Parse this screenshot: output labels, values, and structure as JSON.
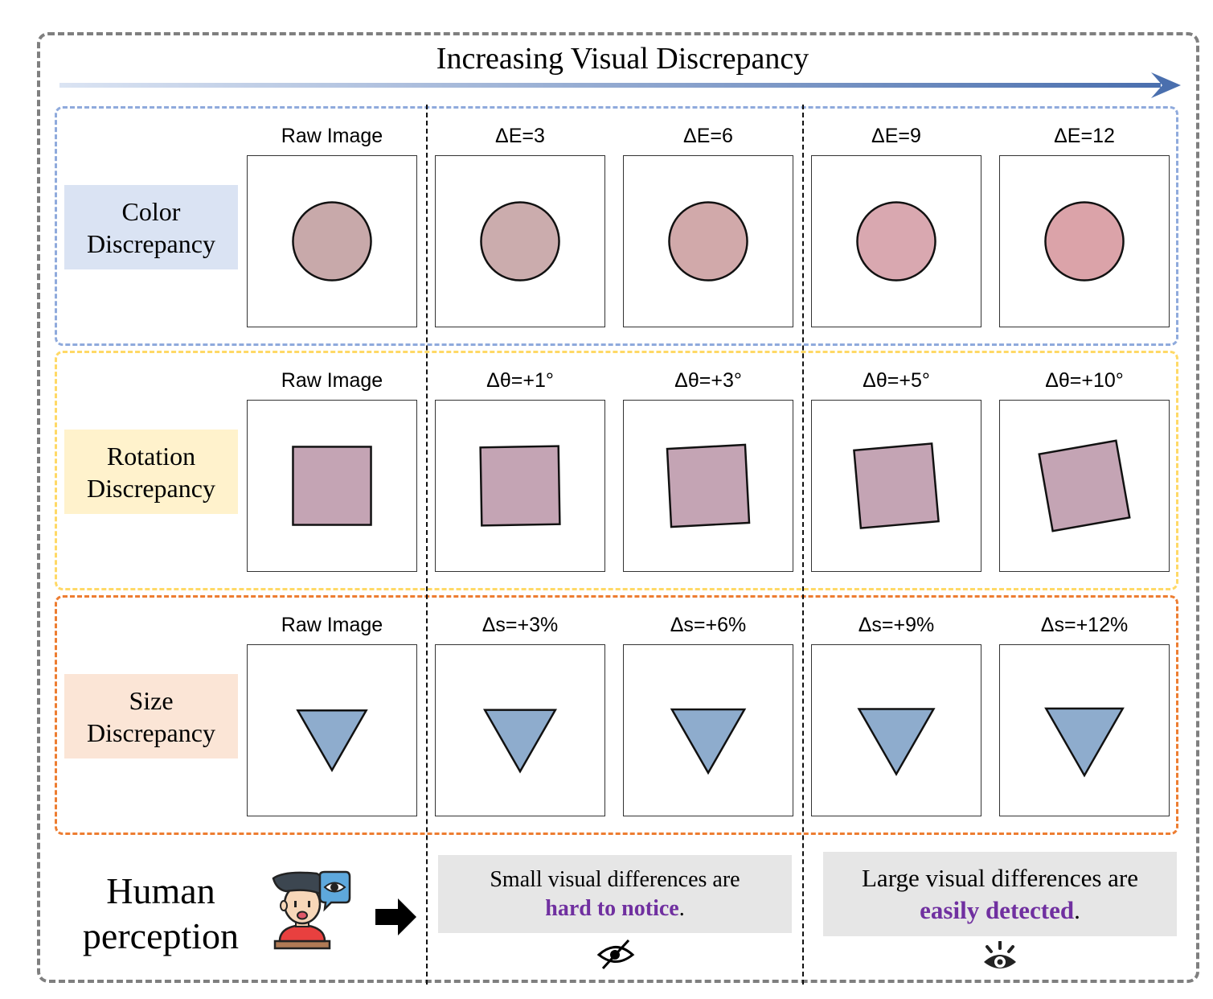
{
  "title": "Increasing Visual Discrepancy",
  "colors": {
    "frame": "#7f7f7f",
    "arrow_start": "#dbe4f3",
    "arrow_end": "#4a6fae",
    "emphasis": "#7030a0",
    "note_bg": "#e6e6e6"
  },
  "sections": [
    {
      "id": "color",
      "label_line1": "Color",
      "label_line2": "Discrepancy",
      "border_color": "#8faadc",
      "label_bg": "#dae3f3",
      "shape": "circle",
      "columns": [
        {
          "title": "Raw Image",
          "fill": "#c8a9aa"
        },
        {
          "title": "ΔE=3",
          "fill": "#cbacad"
        },
        {
          "title": "ΔE=6",
          "fill": "#d1a9aa"
        },
        {
          "title": "ΔE=9",
          "fill": "#d9a8b0"
        },
        {
          "title": "ΔE=12",
          "fill": "#dba3a9"
        }
      ]
    },
    {
      "id": "rotation",
      "label_line1": "Rotation",
      "label_line2": "Discrepancy",
      "border_color": "#ffd966",
      "label_bg": "#fff2cc",
      "shape": "square",
      "columns": [
        {
          "title": "Raw Image",
          "fill": "#c4a4b4",
          "rotation_deg": 0
        },
        {
          "title": "Δθ=+1°",
          "fill": "#c4a4b4",
          "rotation_deg": -1
        },
        {
          "title": "Δθ=+3°",
          "fill": "#c4a4b4",
          "rotation_deg": -3
        },
        {
          "title": "Δθ=+5°",
          "fill": "#c4a4b4",
          "rotation_deg": -5
        },
        {
          "title": "Δθ=+10°",
          "fill": "#c4a4b4",
          "rotation_deg": -10
        }
      ]
    },
    {
      "id": "size",
      "label_line1": "Size",
      "label_line2": "Discrepancy",
      "border_color": "#ed7d31",
      "label_bg": "#fbe5d6",
      "shape": "triangle",
      "columns": [
        {
          "title": "Raw Image",
          "fill": "#8eaccd",
          "scale_pct": 0
        },
        {
          "title": "Δs=+3%",
          "fill": "#8eaccd",
          "scale_pct": 3
        },
        {
          "title": "Δs=+6%",
          "fill": "#8eaccd",
          "scale_pct": 6
        },
        {
          "title": "Δs=+9%",
          "fill": "#8eaccd",
          "scale_pct": 9
        },
        {
          "title": "Δs=+12%",
          "fill": "#8eaccd",
          "scale_pct": 12
        }
      ]
    }
  ],
  "perception": {
    "label_line1": "Human",
    "label_line2": "perception",
    "icon": "person-eye-icon",
    "small_note": {
      "text": "Small visual differences are",
      "emphasis": "hard to notice",
      "suffix": ".",
      "icon": "eye-off-icon"
    },
    "large_note": {
      "text": "Large visual differences are",
      "emphasis": "easily detected",
      "suffix": ".",
      "icon": "eye-open-icon"
    }
  }
}
